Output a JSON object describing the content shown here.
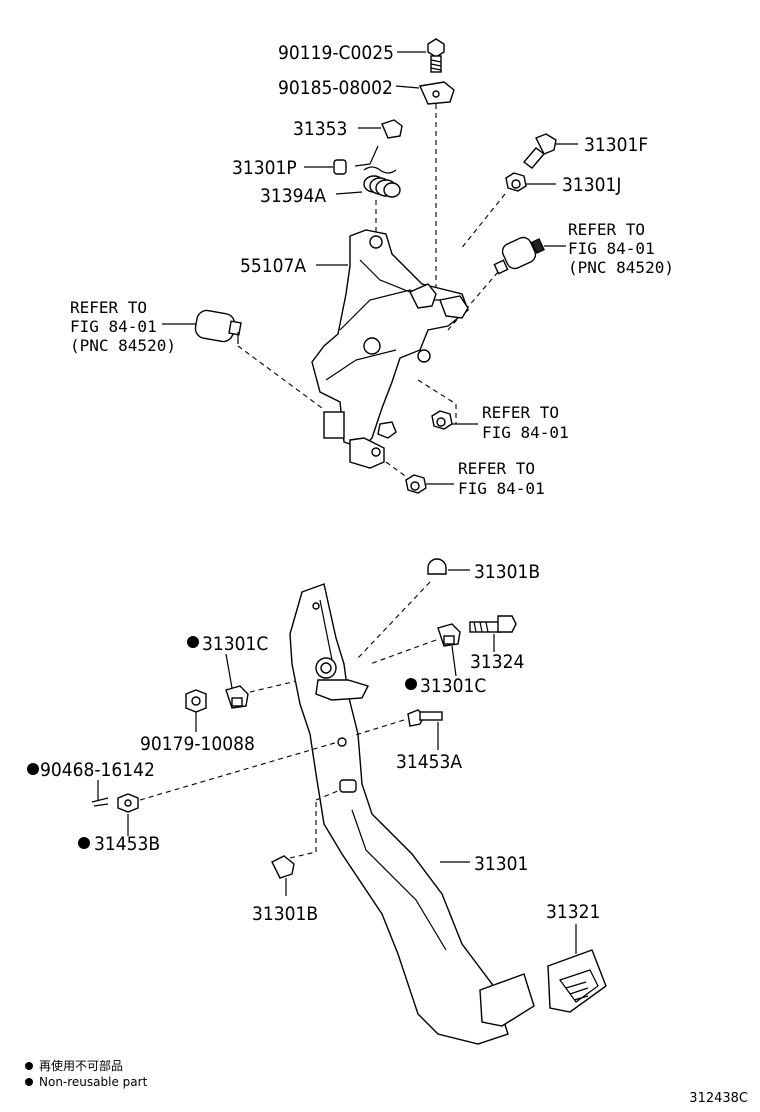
{
  "labels": {
    "p90119": "90119-C0025",
    "p90185": "90185-08002",
    "p31353": "31353",
    "p31301F": "31301F",
    "p31301P": "31301P",
    "p31301J": "31301J",
    "p31394A": "31394A",
    "p55107A": "55107A",
    "ref_right": [
      "REFER TO",
      "FIG 84-01",
      "(PNC 84520)"
    ],
    "ref_left": [
      "REFER TO",
      "FIG 84-01",
      "(PNC 84520)"
    ],
    "ref_nut1": [
      "REFER TO",
      "FIG 84-01"
    ],
    "ref_nut2": [
      "REFER TO",
      "FIG 84-01"
    ],
    "p31301B_top": "31301B",
    "p31301C_left": "31301C",
    "p31324": "31324",
    "p31301C_right": "31301C",
    "p90179": "90179-10088",
    "p90468": "90468-16142",
    "p31453A": "31453A",
    "p31453B": "31453B",
    "p31301": "31301",
    "p31301B_bot": "31301B",
    "p31321": "31321"
  },
  "legend": {
    "line1": "再使用不可部品",
    "line2": "Non-reusable part"
  },
  "figure_code": "312438C",
  "colors": {
    "ink": "#000000",
    "background": "#ffffff"
  }
}
